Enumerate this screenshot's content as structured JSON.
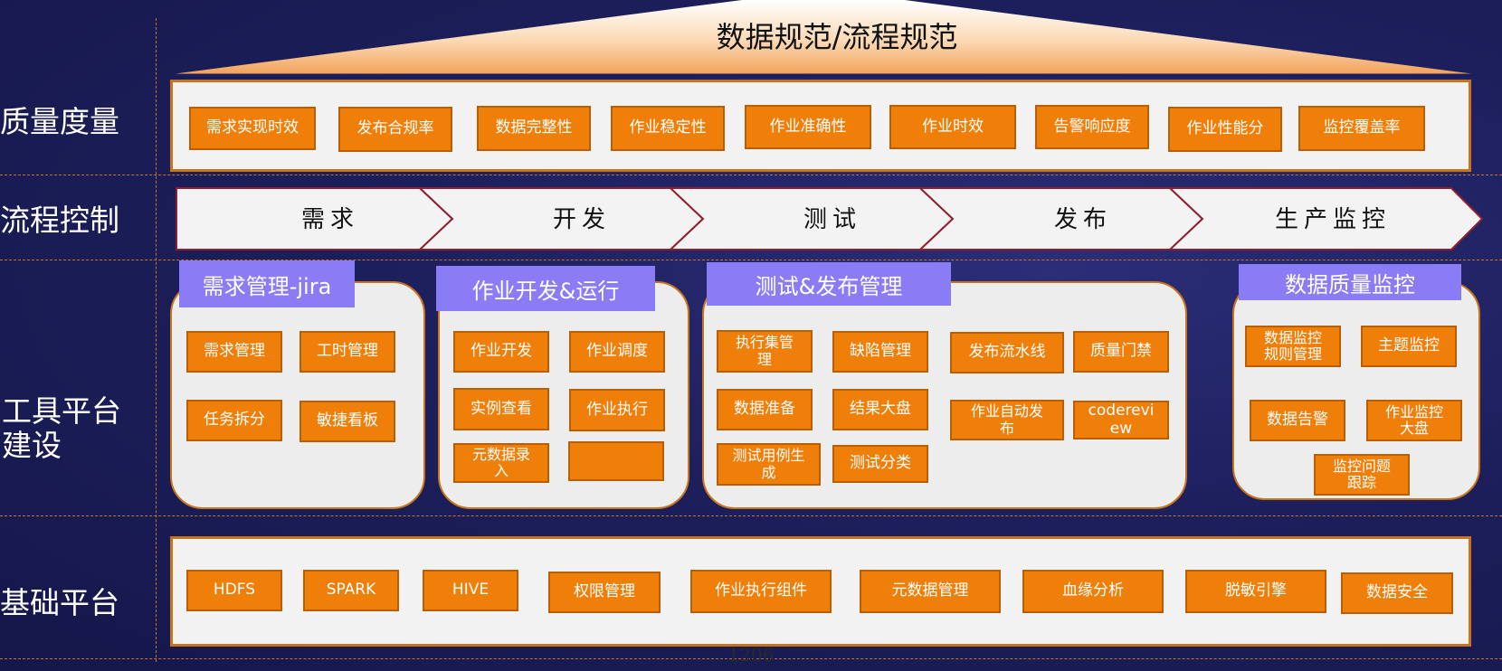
{
  "title": "数据规范/流程规范",
  "rows": {
    "quality": "质量度量",
    "process": "流程控制",
    "tools": "工具平台\n建设",
    "base": "基础平台"
  },
  "quality_items": [
    "需求实现时效",
    "发布合规率",
    "数据完整性",
    "作业稳定性",
    "作业准确性",
    "作业时效",
    "告警响应度",
    "作业性能分",
    "监控覆盖率"
  ],
  "process_stages": [
    "需求",
    "开发",
    "测试",
    "发布",
    "生产监控"
  ],
  "tools": {
    "req": {
      "title": "需求管理-jira",
      "items": [
        "需求管理",
        "工时管理",
        "任务拆分",
        "敏捷看板"
      ]
    },
    "dev": {
      "title": "作业开发&运行",
      "items": [
        "作业开发",
        "作业调度",
        "实例查看",
        "作业执行",
        "元数据录\n入",
        ""
      ]
    },
    "test": {
      "title": "测试&发布管理",
      "items": [
        "执行集管\n理",
        "缺陷管理",
        "发布流水线",
        "质量门禁",
        "数据准备",
        "结果大盘",
        "作业自动发\n布",
        "coderevi\new",
        "测试用例生\n成",
        "测试分类"
      ]
    },
    "dq": {
      "title": "数据质量监控",
      "items": [
        "数据监控\n规则管理",
        "主题监控",
        "数据告警",
        "作业监控\n大盘",
        "监控问题\n跟踪"
      ]
    }
  },
  "base_items": [
    "HDFS",
    "SPARK",
    "HIVE",
    "权限管理",
    "作业执行组件",
    "元数据管理",
    "血缘分析",
    "脱敏引擎",
    "数据安全"
  ],
  "page_number": "1206",
  "colors": {
    "accent": "#f07f0a",
    "purple": "#8a7cf5",
    "panel": "#f2f2f2",
    "bg": "#1d1f5c"
  }
}
